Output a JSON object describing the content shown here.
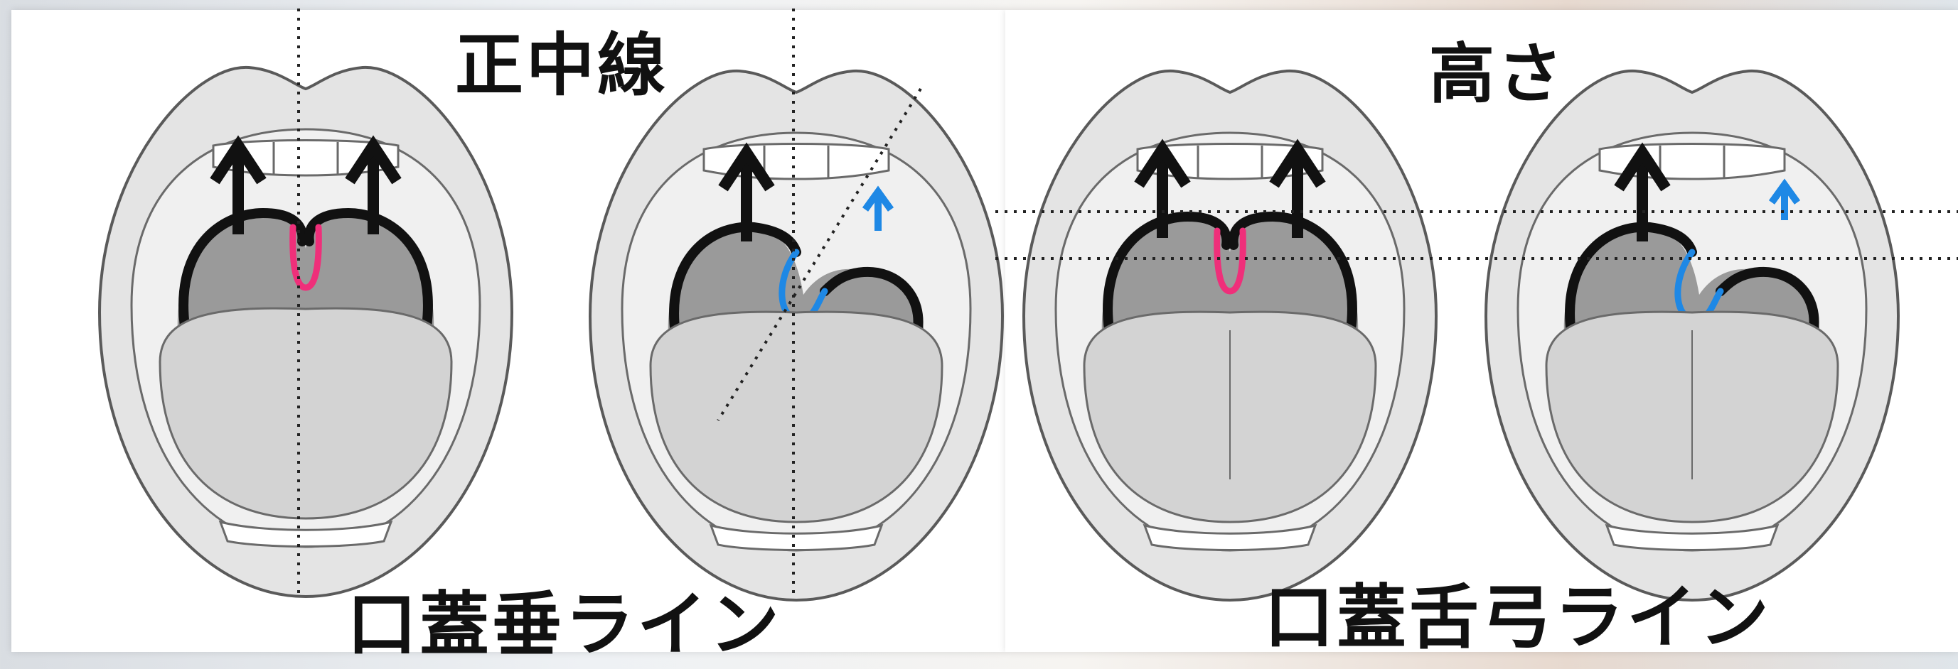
{
  "panels": {
    "left": {
      "title": "正中線",
      "caption": "口蓋垂ライン"
    },
    "right": {
      "title": "高さ",
      "caption": "口蓋舌弓ライン"
    }
  },
  "colors": {
    "uvula_pink": "#ef2f7a",
    "uvula_blue": "#1e88e5",
    "arch": "#111111",
    "lip": "#e4e4e4",
    "lip_edge": "#5a5a5a",
    "cavity": "#f0f0f0",
    "throat": "#9a9a9a",
    "tongue": "#d3d3d3",
    "guide_line": "#222222"
  },
  "diagrams": [
    {
      "label": "symmetric",
      "uvula_color": "pink"
    },
    {
      "label": "deviated",
      "uvula_color": "blue"
    },
    {
      "label": "symmetric",
      "uvula_color": "pink"
    },
    {
      "label": "deviated",
      "uvula_color": "blue"
    }
  ]
}
